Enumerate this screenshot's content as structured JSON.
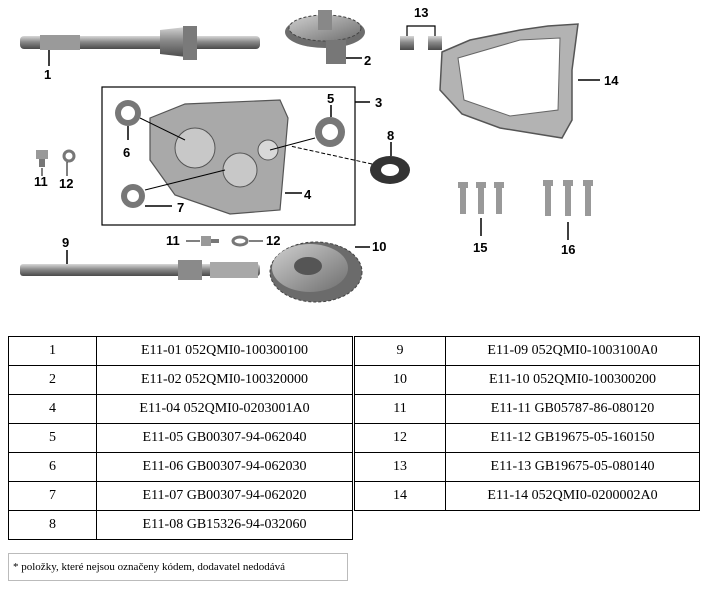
{
  "diagram": {
    "callouts": {
      "c1": "1",
      "c2": "2",
      "c3": "3",
      "c4": "4",
      "c5": "5",
      "c6": "6",
      "c7": "7",
      "c8": "8",
      "c9": "9",
      "c10": "10",
      "c11a": "11",
      "c12a": "12",
      "c11b": "11",
      "c12b": "12",
      "c13": "13",
      "c14": "14",
      "c15": "15",
      "c16": "16"
    }
  },
  "parts_left": [
    {
      "no": "1",
      "code": "E11-01 052QMI0-100300100"
    },
    {
      "no": "2",
      "code": "E11-02 052QMI0-100320000"
    },
    {
      "no": "4",
      "code": "E11-04 052QMI0-0203001A0"
    },
    {
      "no": "5",
      "code": "E11-05 GB00307-94-062040"
    },
    {
      "no": "6",
      "code": "E11-06 GB00307-94-062030"
    },
    {
      "no": "7",
      "code": "E11-07 GB00307-94-062020"
    },
    {
      "no": "8",
      "code": "E11-08 GB15326-94-032060"
    }
  ],
  "parts_right": [
    {
      "no": "9",
      "code": "E11-09 052QMI0-1003100A0"
    },
    {
      "no": "10",
      "code": "E11-10 052QMI0-100300200"
    },
    {
      "no": "11",
      "code": "E11-11 GB05787-86-080120"
    },
    {
      "no": "12",
      "code": "E11-12 GB19675-05-160150"
    },
    {
      "no": "13",
      "code": "E11-13 GB19675-05-080140"
    },
    {
      "no": "14",
      "code": "E11-14 052QMI0-0200002A0"
    }
  ],
  "footnote": "* položky, které nejsou označeny kódem, dodavatel nedodává"
}
